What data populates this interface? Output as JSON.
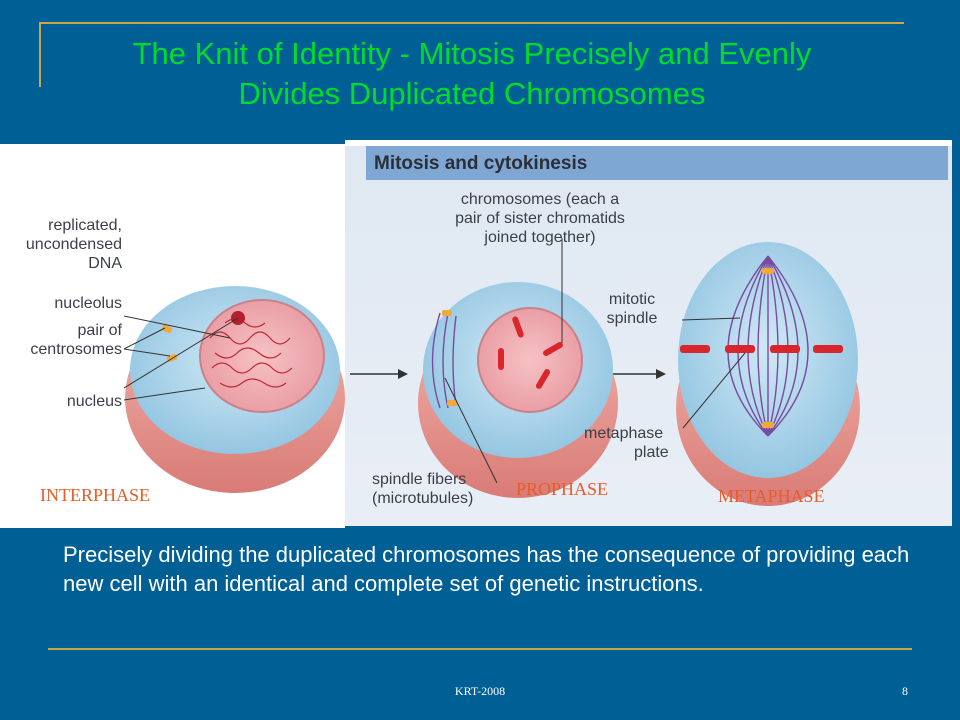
{
  "slide": {
    "title_line1": "The Knit of Identity - Mitosis Precisely and Evenly",
    "title_line2": "Divides Duplicated Chromosomes",
    "caption": "Precisely dividing the duplicated chromosomes has the consequence of providing each new cell with an identical and complete set of genetic instructions.",
    "footer": "KRT-2008",
    "page_number": "8"
  },
  "figure": {
    "header": "Mitosis and cytokinesis",
    "labels": {
      "replicated_1": "replicated,",
      "replicated_2": "uncondensed",
      "replicated_3": "DNA",
      "nucleolus": "nucleolus",
      "centrosomes_1": "pair of",
      "centrosomes_2": "centrosomes",
      "nucleus": "nucleus",
      "chromosomes_1": "chromosomes (each a",
      "chromosomes_2": "pair of sister chromatids",
      "chromosomes_3": "joined together)",
      "mitotic_1": "mitotic",
      "mitotic_2": "spindle",
      "metaphase_1": "metaphase",
      "metaphase_2": "plate",
      "spindle_1": "spindle fibers",
      "spindle_2": "(microtubules)"
    },
    "stages": {
      "interphase": "INTERPHASE",
      "prophase": "PROPHASE",
      "metaphase": "METAPHASE"
    }
  },
  "colors": {
    "background": "#005f95",
    "title": "#00dc2a",
    "accent_line": "#c9a646",
    "stage_label": "#e85c28"
  }
}
